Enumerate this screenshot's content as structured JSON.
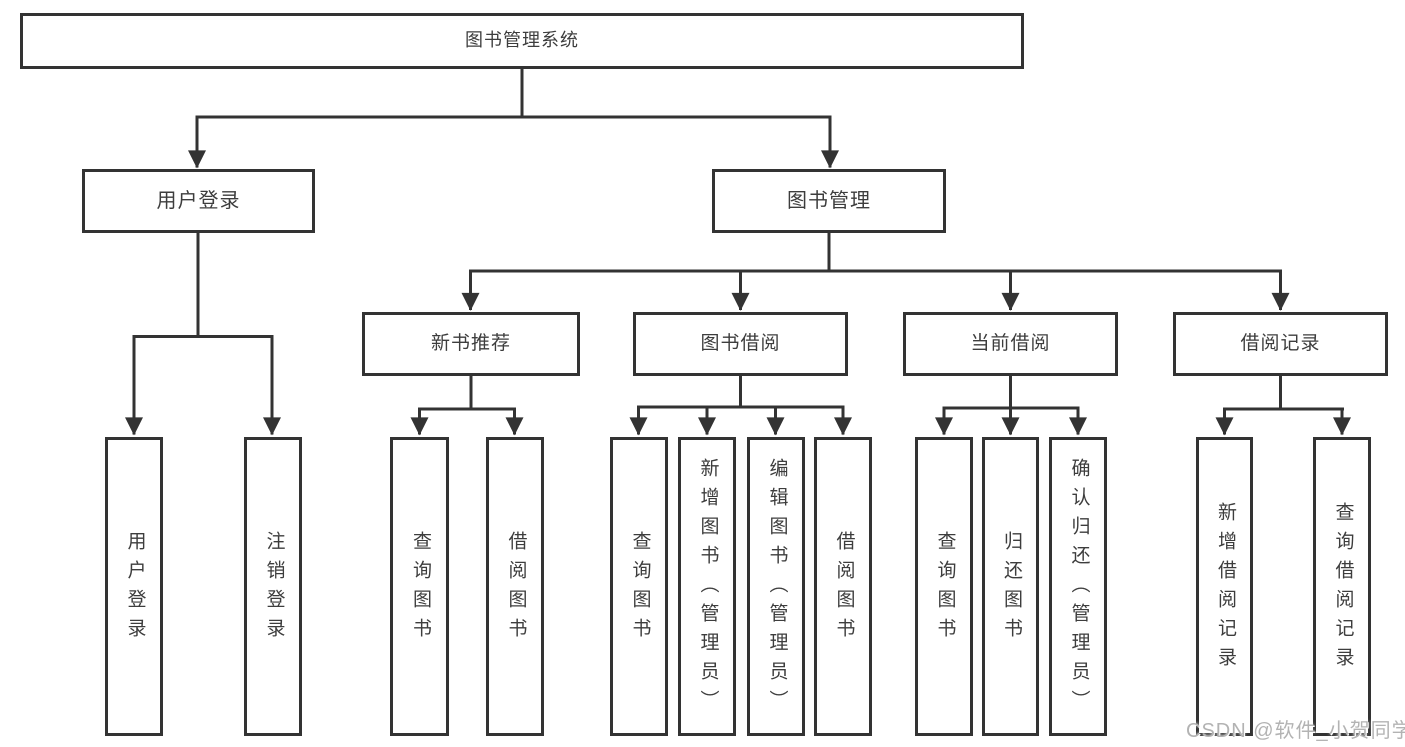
{
  "diagram": {
    "root": {
      "label": "图书管理系统"
    },
    "branches": {
      "user_login": {
        "label": "用户登录",
        "children": [
          "用户登录",
          "注销登录"
        ]
      },
      "book_management": {
        "label": "图书管理",
        "sections": [
          {
            "label": "新书推荐",
            "children": [
              "查询图书",
              "借阅图书"
            ]
          },
          {
            "label": "图书借阅",
            "children": [
              "查询图书",
              "新增图书（管理员）",
              "编辑图书（管理员）",
              "借阅图书"
            ]
          },
          {
            "label": "当前借阅",
            "children": [
              "查询图书",
              "归还图书",
              "确认归还（管理员）"
            ]
          },
          {
            "label": "借阅记录",
            "children": [
              "新增借阅记录",
              "查询借阅记录"
            ]
          }
        ]
      }
    }
  },
  "watermark": "CSDN @软件_小贺同学",
  "colors": {
    "line": "#333333",
    "text": "#3d3d3d",
    "watermark": "#b3b3b3",
    "background": "#ffffff"
  }
}
